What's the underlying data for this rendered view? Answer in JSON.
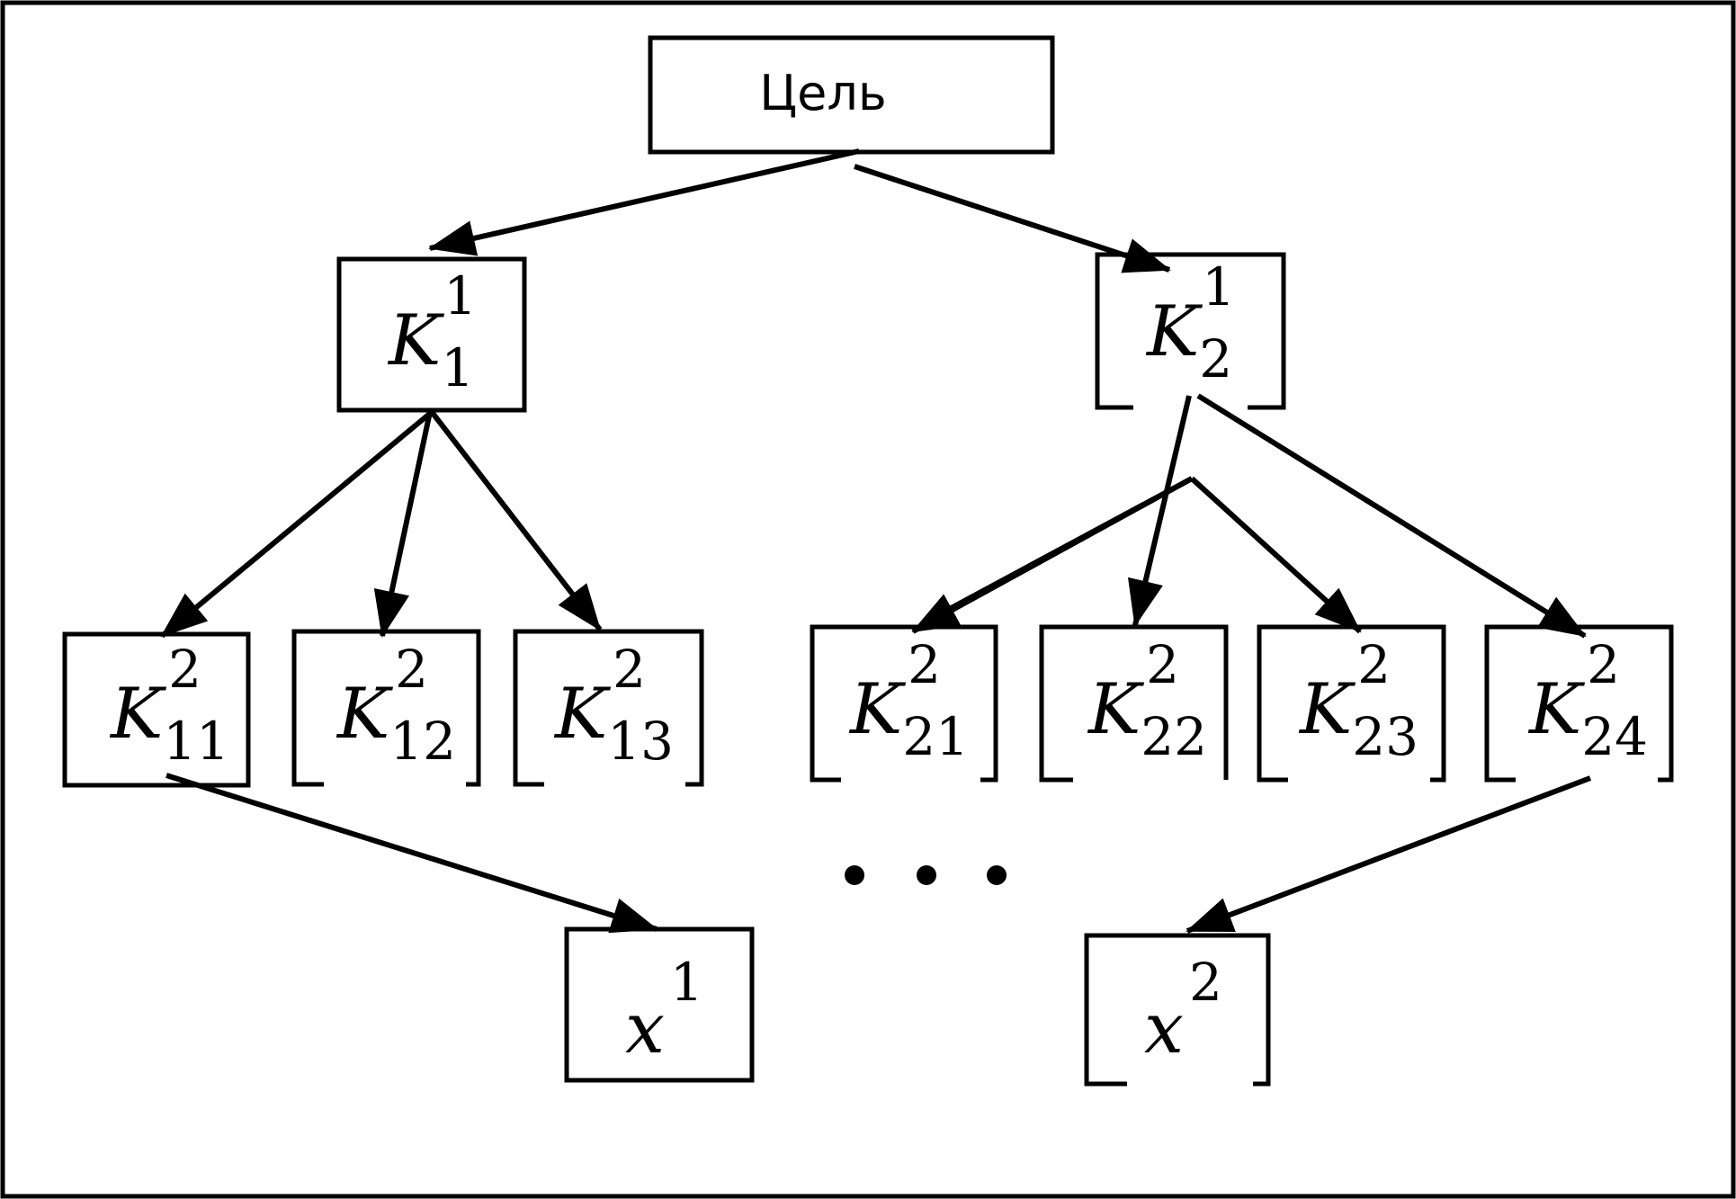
{
  "diagram": {
    "goal": {
      "label": "Цель"
    },
    "level1": [
      {
        "letter": "K",
        "sup": "1",
        "sub": "1"
      },
      {
        "letter": "K",
        "sup": "1",
        "sub": "2"
      }
    ],
    "level2": [
      {
        "letter": "K",
        "sup": "2",
        "sub": "11"
      },
      {
        "letter": "K",
        "sup": "2",
        "sub": "12"
      },
      {
        "letter": "K",
        "sup": "2",
        "sub": "13"
      },
      {
        "letter": "K",
        "sup": "2",
        "sub": "21"
      },
      {
        "letter": "K",
        "sup": "2",
        "sub": "22"
      },
      {
        "letter": "K",
        "sup": "2",
        "sub": "23"
      },
      {
        "letter": "K",
        "sup": "2",
        "sub": "24"
      }
    ],
    "alternatives": [
      {
        "letter": "x",
        "sup": "1"
      },
      {
        "letter": "x",
        "sup": "2"
      }
    ],
    "ellipsis": "• • •"
  },
  "colors": {
    "stroke": "#000000",
    "background": "#ffffff"
  }
}
